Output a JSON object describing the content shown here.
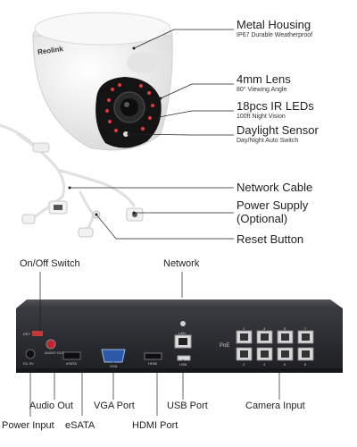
{
  "camera": {
    "brand": "Reolink",
    "callouts": [
      {
        "title": "Metal Housing",
        "subtitle": "IP67 Durable Weatherproof"
      },
      {
        "title": "4mm Lens",
        "subtitle": "80° Viewing Angle"
      },
      {
        "title": "18pcs IR LEDs",
        "subtitle": "100ft Night Vision"
      },
      {
        "title": "Daylight Sensor",
        "subtitle": "Day/Night Auto Switch"
      }
    ],
    "cable_callouts": [
      {
        "title": "Network Cable"
      },
      {
        "title": "Power Supply",
        "title2": "(Optional)"
      },
      {
        "title": "Reset Button"
      }
    ]
  },
  "nvr": {
    "top_callouts": [
      "On/Off Switch",
      "Network"
    ],
    "bottom_callouts": [
      "Power Input",
      "Audio Out",
      "eSATA",
      "VGA Port",
      "HDMI Port",
      "USB Port",
      "Camera Input"
    ],
    "panel_labels": {
      "key": "KEY",
      "dc": "DC 9V",
      "audio": "AUDIO OUT",
      "esata": "eSATA",
      "vga": "VGA",
      "hdmi": "HDMI",
      "lan": "LAN",
      "usb": "USB",
      "poe": "PoE",
      "port_numbers": [
        "1",
        "2",
        "3",
        "4",
        "5",
        "6",
        "7",
        "8"
      ]
    }
  },
  "colors": {
    "camera_body": "#f3f3f3",
    "lens_housing": "#151515",
    "ir_led": "#e23a3a",
    "nvr_body": "#2e2f33",
    "leader_line": "#222222"
  }
}
